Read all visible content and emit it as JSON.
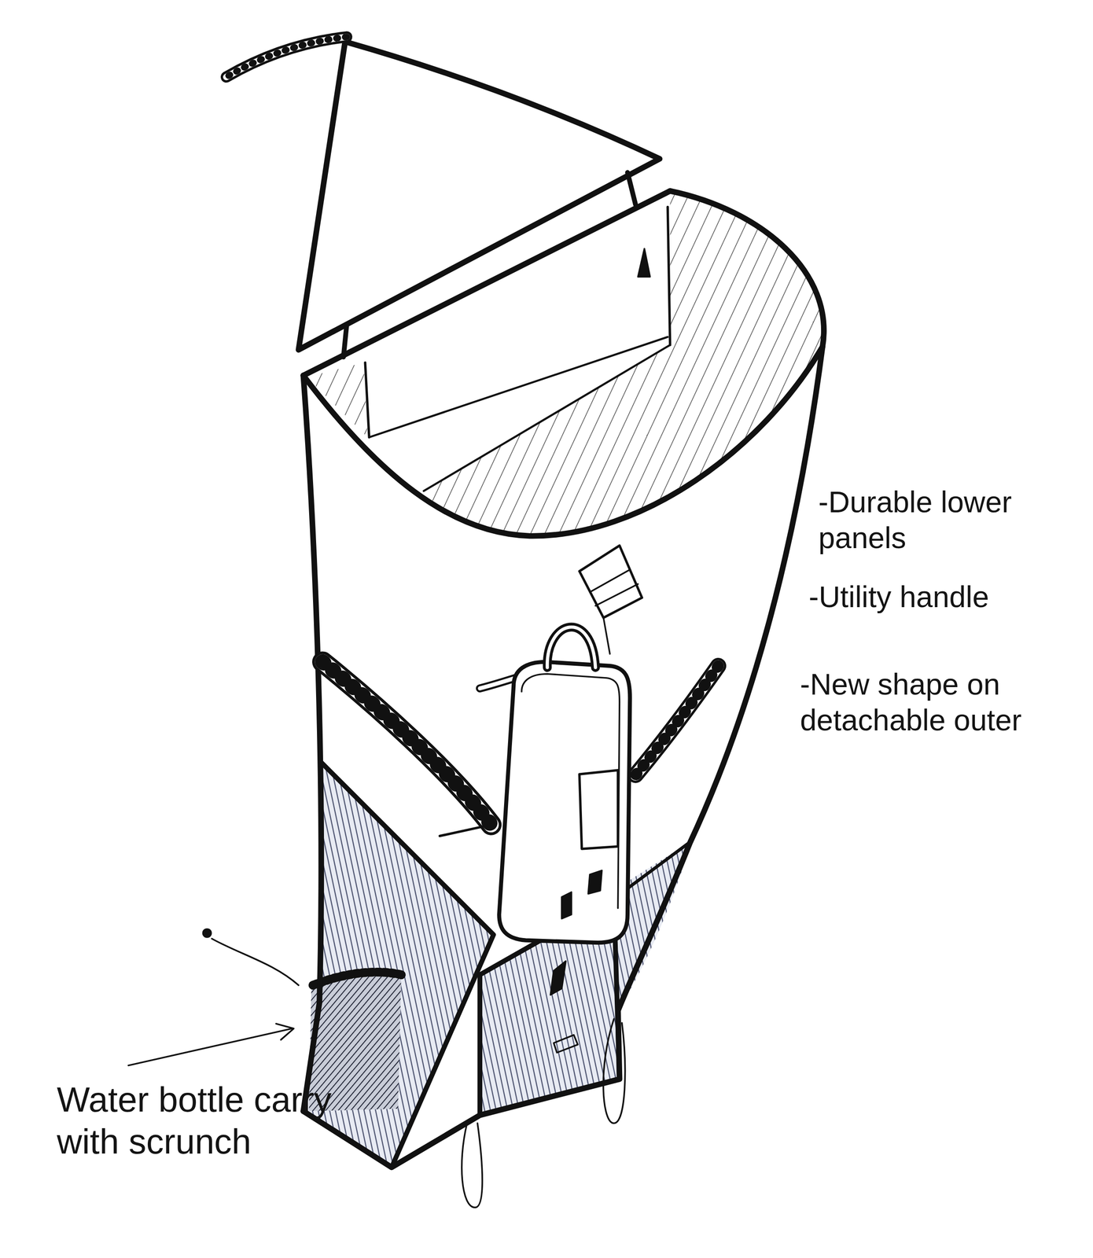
{
  "diagram": {
    "labels": [
      "-Durable lower panels",
      "-Utility handle",
      "-New shape on detachable outer",
      "Water bottle carry with scrunch"
    ]
  }
}
